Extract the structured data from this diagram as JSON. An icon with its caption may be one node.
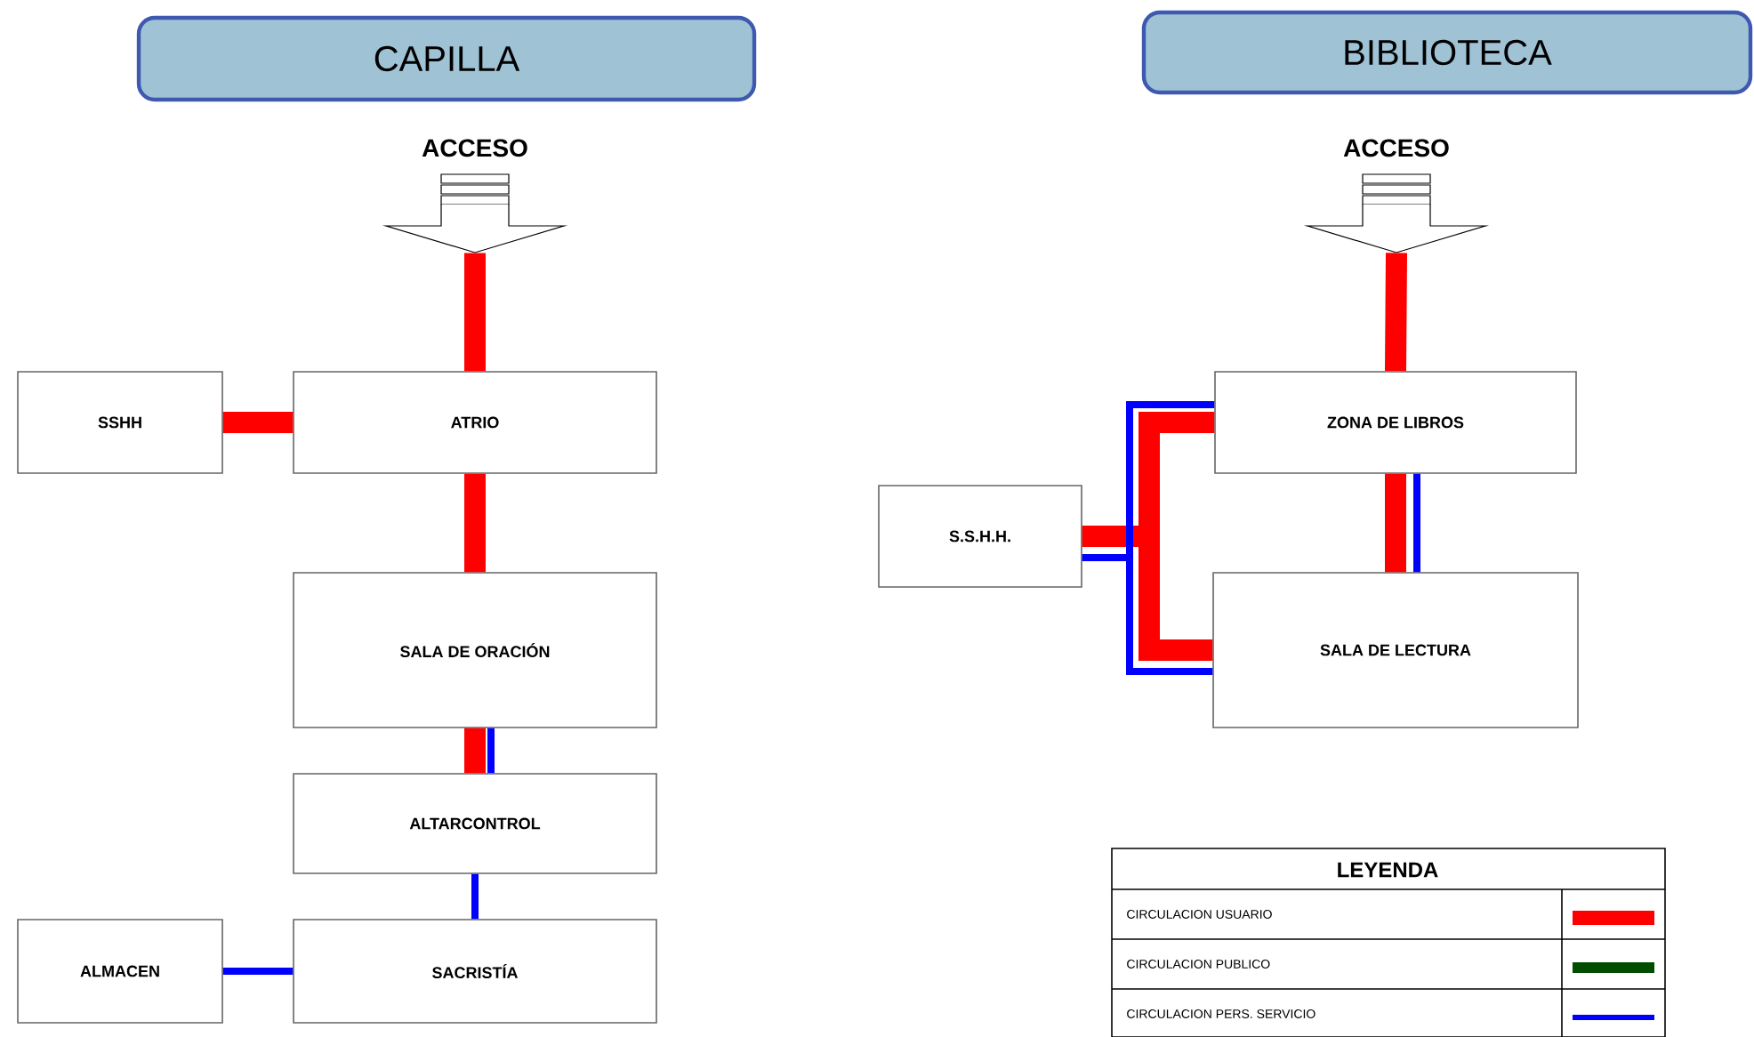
{
  "diagram": {
    "nodes": [
      {
        "text": [
          "CAPILLA"
        ]
      },
      {
        "text": [
          "ACCESO"
        ]
      },
      {
        "text": [
          "SSHH"
        ]
      },
      {
        "text": [
          "ATRIO"
        ]
      },
      {
        "text": [
          "SALA DE ORACIÓN"
        ]
      },
      {
        "text": [
          "ALTARCONTROL"
        ]
      },
      {
        "text": [
          "ALMACEN"
        ]
      },
      {
        "text": [
          "SACRISTÍA"
        ]
      },
      {
        "text": [
          "BIBLIOTECA"
        ]
      },
      {
        "text": [
          "ACCESO"
        ]
      },
      {
        "text": [
          "ZONA DE LIBROS"
        ]
      },
      {
        "text": [
          "S.S.H.H."
        ]
      },
      {
        "text": [
          "SALA DE LECTURA"
        ]
      }
    ],
    "edges": [
      {
        "from": 1,
        "to": 3,
        "arrow": "none"
      },
      {
        "from": 2,
        "to": 3,
        "arrow": "none"
      },
      {
        "from": 3,
        "to": 4,
        "arrow": "none"
      },
      {
        "from": 4,
        "to": 5,
        "arrow": "none"
      },
      {
        "from": 4,
        "to": 5,
        "arrow": "none",
        "color": "#0000ff"
      },
      {
        "from": 5,
        "to": 7,
        "arrow": "none",
        "color": "#0000ff"
      },
      {
        "from": 6,
        "to": 7,
        "arrow": "none",
        "color": "#0000ff"
      },
      {
        "from": 9,
        "to": 10,
        "arrow": "none"
      },
      {
        "from": 10,
        "to": 12,
        "arrow": "none"
      },
      {
        "from": 10,
        "to": 12,
        "arrow": "none",
        "color": "#0000ff"
      },
      {
        "from": 11,
        "to": 10,
        "arrow": "none"
      },
      {
        "from": 11,
        "to": 12,
        "arrow": "none"
      },
      {
        "from": 11,
        "to": 10,
        "arrow": "none",
        "color": "#0000ff"
      },
      {
        "from": 11,
        "to": 12,
        "arrow": "none",
        "color": "#0000ff"
      }
    ],
    "labels": [
      "LEYENDA"
    ],
    "legend": [
      {
        "text": "CIRCULACION USUARIO",
        "color": "#ff0000"
      },
      {
        "text": "CIRCULACION PUBLICO",
        "color": "#004d00"
      },
      {
        "text": "CIRCULACION PERS. SERVICIO",
        "color": "#0000ff"
      }
    ]
  }
}
